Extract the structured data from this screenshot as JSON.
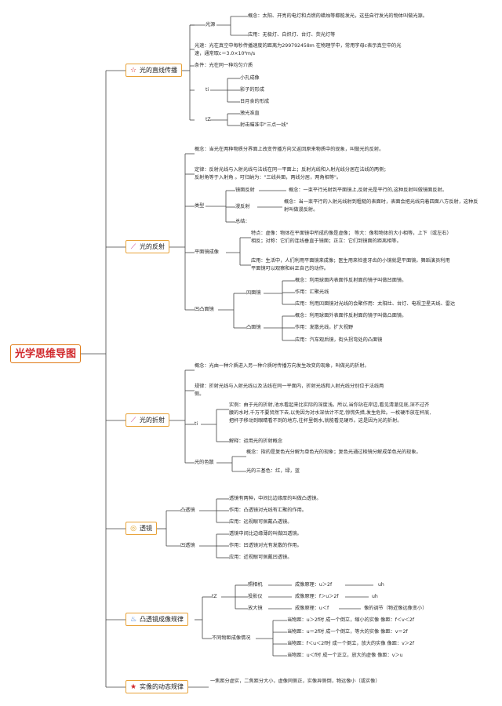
{
  "root": "光学思维导图",
  "icons": {
    "star": "star-icon",
    "wand": "magic-wand-icon",
    "lens": "lens-icon",
    "flame": "flame-icon",
    "star_badge": "star-badge-icon"
  },
  "colors": {
    "root_border": "#e07a16",
    "root_text": "#d0272b",
    "topic_border": "#e8a238",
    "line": "#444444"
  },
  "s1": {
    "title": "光的直线传播",
    "light_source": "光源",
    "ls_concept": "概念：太阳、开亮的电灯和点燃的蜡烛等都能发光，这些自行发光的物体叫做光源。",
    "ls_apply": "应用：无极灯、白炽灯、台灯、荧光灯等",
    "speed": "光速：光在真空中每秒传播速度的距离为299792458m 在物理学中，常用字母c表示真空中的光速，通常取c＝3.0×10⁸m/s",
    "condition": "条件：光在同一种均匀介质",
    "ti": "ti",
    "ti_items": [
      "小孔成像",
      "影子的形成",
      "日月食的形成"
    ],
    "tz": "tZ",
    "tz_items": [
      "激光准直",
      "射击瞄准中\"三点一线\""
    ]
  },
  "s2": {
    "title": "光的反射",
    "concept": "概念：当光在两种物质分界面上改变传播方向又返回原来物质中的现象，叫做光的反射。",
    "law": "定律：反射光线与入射光线与法线在同一平面上；反射光线和入射光线分居在法线的两侧；反射角等于入射角 。可归纳为：\"三线共面，两线分居，两角相等\"。",
    "types": "类型",
    "mirror": "镜面反射",
    "mirror_def": "概念：一束平行光射到平面镜上,反射光是平行的,这种反射叫做镜面反射。",
    "diffuse": "漫反射",
    "diffuse_def": "概念：当一束平行的入射光线射到粗糙的表面时，表面会把光线向着四面八方反射，这种反射叫做漫反射。",
    "summary": "总结：",
    "plane": "平面镜成像",
    "plane_feat": "特点：虚像：物体在平面镜中所成的像是虚像； 等大：像和物体的大小相等，上下（或左右）相反；对称：它们的连线垂直于镜面；正立：它们到镜面的距离相等。",
    "plane_apply": "应用：生活中，人们利用平面镜来成像；医生用来检查牙齿的小镜就是平面镜。舞蹈演员利用平面镜可以观察和纠正自己的动作。",
    "curved": "凹凸面镜",
    "concave": "凹面镜",
    "concave_items": [
      "概念：利用球面内表面作反射面的镜子叫做凹面镜。",
      "作用：汇聚光线",
      "应用：利用凹面镜对光线的会聚作用：太阳灶、台灯、电视卫星天线、雷达"
    ],
    "convex": "凸面镜",
    "convex_items": [
      "概念：利用球面外表面作反射面的镜子叫做凸面镜。",
      "作用：发散光线，扩大视野",
      "应用：汽车观后镜，街头拐弯处的凸面镜"
    ]
  },
  "s3": {
    "title": "光的折射",
    "concept": "概念：光由一种介质进入另一种介质时传播方向发生改变的现象，叫做光的折射。",
    "law": "规律：折射光线与入射光线以及法线在同一平面内，折射光线和入射光线分别位于法线两侧。",
    "ti": "ti",
    "example": "实例：由于光的折射,池水看起来比实际的深度浅。所以,当你站在岸边,看见清澈见底,深不过齐腰的水时,千万不要贸然下去,以免因为对水深估计不足,惊慌失措,发生危险。一枚硬币放在杯底,把杯子移动到眼睛看不到的地方,往杯里倒水,就能看见硬币。这是因为光的折射。",
    "explain": "解释：运用光的折射概念",
    "disp": "光的色散",
    "disp_concept": "概念：指的是复色光分解为单色光的现象；复色光通过棱镜分解成单色光的现象。",
    "disp_colors": "光的三基色：红，绿，蓝"
  },
  "s4": {
    "title": "透镜",
    "convex": "凸透镜",
    "convex_items": [
      "透镜有两种，中间比边缘厚的叫做凸透镜。",
      "作用：凸透镜对光线有汇聚的作用。",
      "应用：远视眼可佩戴凸透镜。"
    ],
    "concave": "凹透镜",
    "concave_items": [
      "透镜中间比边缘薄的叫做凹透镜。",
      "作用：凹透镜对光有发散的作用。",
      "应用：近视眼可佩戴凹透镜。"
    ]
  },
  "s5": {
    "title": "凸透镜成像规律",
    "tz": "tZ",
    "camera": "照相机",
    "camera_rule": "成像原理：u＞2f",
    "camera_tail": "uh",
    "projector": "投影仪",
    "projector_rule": "成像原理：f＞u＞2f",
    "projector_tail": "uh",
    "magnifier": "放大镜",
    "magnifier_rule": "成像原理：u＜f",
    "magnifier_tail": "像的调节（物近像远像变小）",
    "cases": "不同物距成像情况",
    "case_items": [
      "当物距：u＞2f时 成一个倒立，缩小的实像 像距：f＜v＜2f",
      "当物距：u＝2f时 成一个倒立，等大的实像 像距：v＝2f",
      "当物距：f＜u＜2f时 成一个倒立，放大的实像 像距：v＞2f",
      "当物距：u＜f时 成一个正立，放大的虚像 像距：v＞u"
    ]
  },
  "s6": {
    "title": "实像的动态规律",
    "text": "一焦距分虚实，二焦距分大小，虚像同侧正，实像异侧倒，物远像小（或实像）"
  }
}
